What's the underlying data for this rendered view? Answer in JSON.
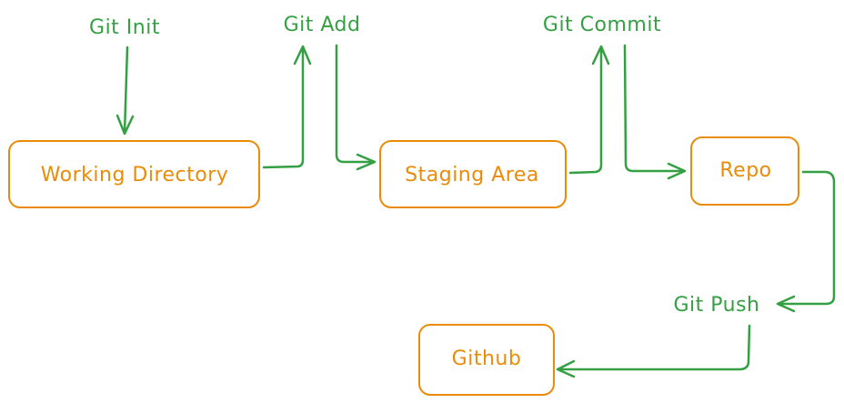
{
  "colors": {
    "box": "#ea8b0a",
    "arrow": "#35a043"
  },
  "nodes": {
    "working_directory": "Working Directory",
    "staging_area": "Staging Area",
    "repo": "Repo",
    "github": "Github"
  },
  "steps": {
    "git_init": "Git Init",
    "git_add": "Git Add",
    "git_commit": "Git Commit",
    "git_push": "Git Push"
  }
}
